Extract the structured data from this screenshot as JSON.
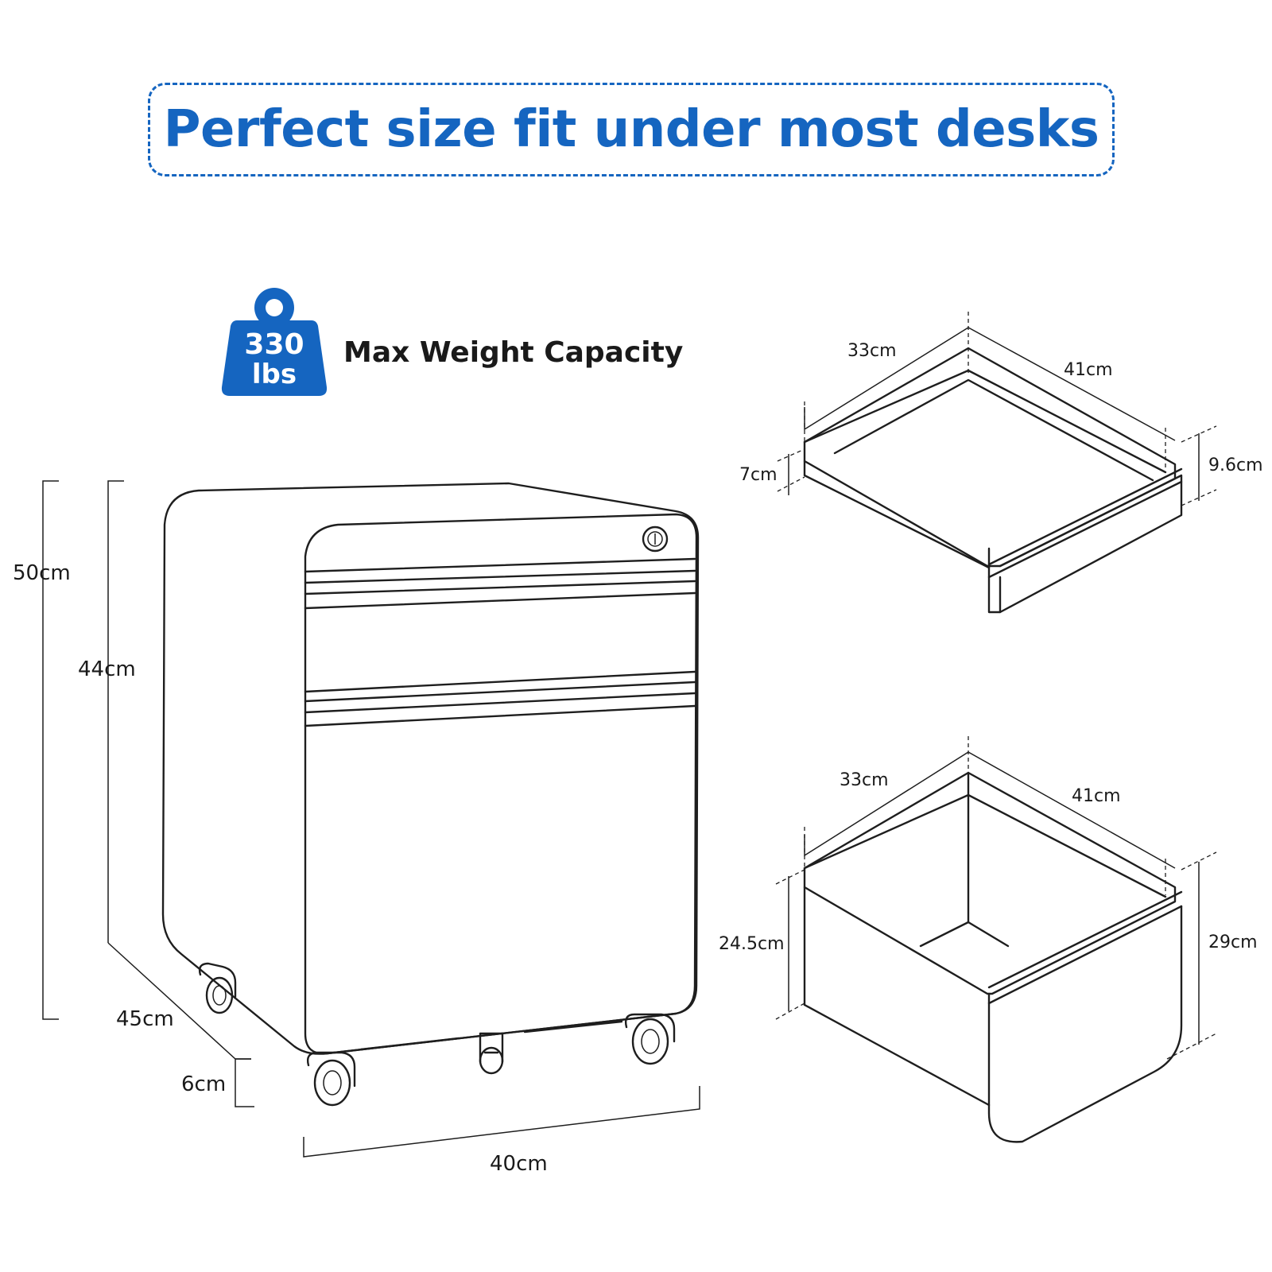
{
  "headline": "Perfect size fit under most desks",
  "weight_badge": {
    "value": "330",
    "unit": "lbs",
    "label": "Max Weight Capacity",
    "color": "#1565c0",
    "icon": "weight-icon"
  },
  "cabinet_dimensions": {
    "total_height": "50cm",
    "body_height": "44cm",
    "depth": "45cm",
    "caster_height": "6cm",
    "width": "40cm"
  },
  "top_drawer": {
    "width": "33cm",
    "depth": "41cm",
    "inner_height": "7cm",
    "outer_height": "9.6cm"
  },
  "file_drawer": {
    "width": "33cm",
    "depth": "41cm",
    "inner_height": "24.5cm",
    "outer_height": "29cm"
  },
  "colors": {
    "accent": "#1565c0",
    "line": "#1e1e1e"
  }
}
